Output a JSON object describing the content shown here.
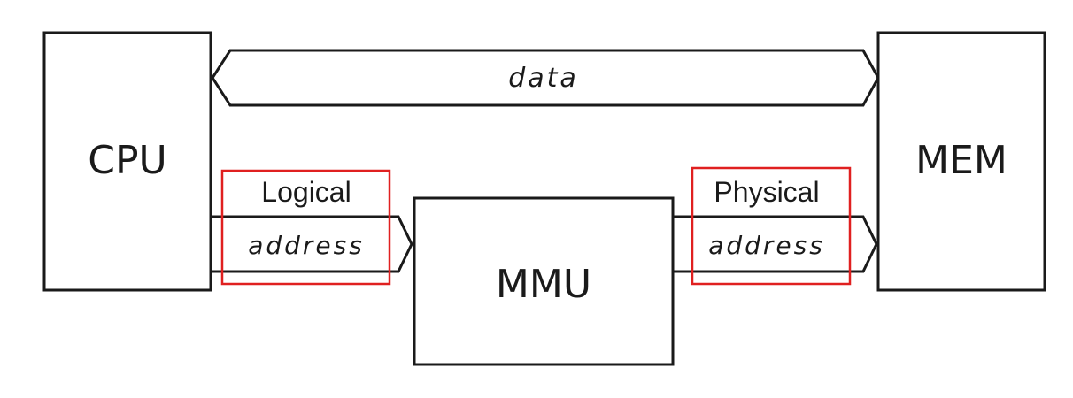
{
  "blocks": {
    "cpu": "CPU",
    "mem": "MEM",
    "mmu": "MMU"
  },
  "buses": {
    "data": "data",
    "logical_top": "Logical",
    "logical_bottom": "address",
    "physical_top": "Physical",
    "physical_bottom": "address"
  },
  "colors": {
    "stroke": "#1a1a1a",
    "highlight": "#e02020"
  }
}
